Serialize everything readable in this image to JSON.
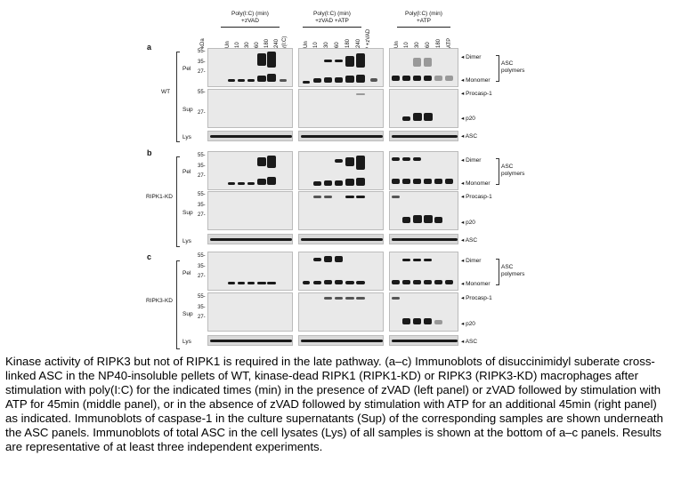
{
  "headers": {
    "left": [
      "Poly(I:C) (min)",
      "+zVAD"
    ],
    "middle": [
      "Poly(I:C) (min)",
      "+zVAD +ATP"
    ],
    "middle_extra": "ATP +zVAD",
    "right": [
      "Poly(I:C) (min)",
      "+ATP"
    ]
  },
  "lanes": {
    "kda": "kDa",
    "left": [
      "Un",
      "10",
      "30",
      "60",
      "180",
      "240",
      "Poly(I:C)"
    ],
    "middle": [
      "Un",
      "10",
      "30",
      "60",
      "180",
      "240"
    ],
    "right": [
      "Un",
      "10",
      "30",
      "60",
      "180",
      "ATP"
    ]
  },
  "panels": [
    "a",
    "b",
    "c"
  ],
  "conditions": [
    "WT",
    "RIPK1-KD",
    "RIPK3-KD"
  ],
  "rows": {
    "pel": "Pel",
    "sup": "Sup",
    "lys": "Lys"
  },
  "markers": {
    "m55": "55-",
    "m35": "35-",
    "m27": "27-"
  },
  "right_labels": {
    "dimer": "Dimer",
    "monomer": "Monomer",
    "asc_polymers": [
      "ASC",
      "polymers"
    ],
    "procasp": "Procasp-1",
    "p20": "p20",
    "asc": "ASC"
  },
  "caption": "Kinase activity of RIPK3 but not of RIPK1 is required in the late pathway. (a–c) Immunoblots of disuccinimidyl suberate cross-linked ASC in the NP40-insoluble pellets of WT, kinase-dead RIPK1 (RIPK1-KD) or RIPK3 (RIPK3-KD) macrophages after stimulation with poly(I:C) for the indicated times (min) in the presence of zVAD (left panel) or zVAD followed by stimulation with ATP for 45min (middle panel), or in the absence of zVAD followed by stimulation with ATP for an additional 45min (right panel) as indicated. Immunoblots of caspase-1 in the culture supernatants (Sup) of the corresponding samples are shown underneath the ASC panels. Immunoblots of total ASC in the cell lysates (Lys) of all samples is shown at the bottom of a–c panels. Results are representative of at least three independent experiments."
}
